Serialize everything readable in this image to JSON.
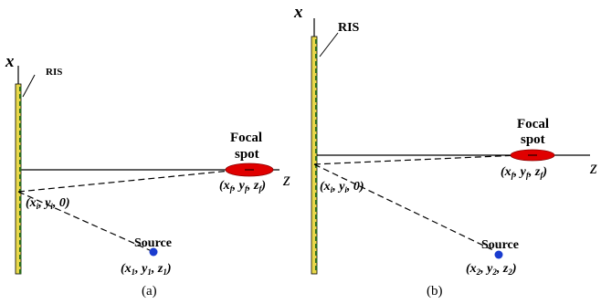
{
  "colors": {
    "ris_face": "#e8d84a",
    "ris_elements": "#2e6b1f",
    "focal_spot": "#e00000",
    "source_dot": "#1a3ccf",
    "lines": "#000000"
  },
  "panel_a": {
    "axis_x": "x",
    "axis_z": "z",
    "ris_label": "RIS",
    "focal_label_line1": "Focal",
    "focal_label_line2": "spot",
    "focal_coords": "(xf, yf, zf)",
    "element_coords": "(xi, yi, 0)",
    "source_label": "Source",
    "source_coords": "(x1, y1, z1)",
    "caption": "(a)"
  },
  "panel_b": {
    "axis_x": "x",
    "axis_z": "z",
    "ris_label": "RIS",
    "focal_label_line1": "Focal",
    "focal_label_line2": "spot",
    "focal_coords": "(xf, yf, zf)",
    "element_coords": "(xi, yi, 0)",
    "source_label": "Source",
    "source_coords": "(x2, y2, z2)",
    "caption": "(b)"
  },
  "icons": [
    "ris-panel-icon",
    "focal-spot-icon",
    "source-point-icon"
  ]
}
